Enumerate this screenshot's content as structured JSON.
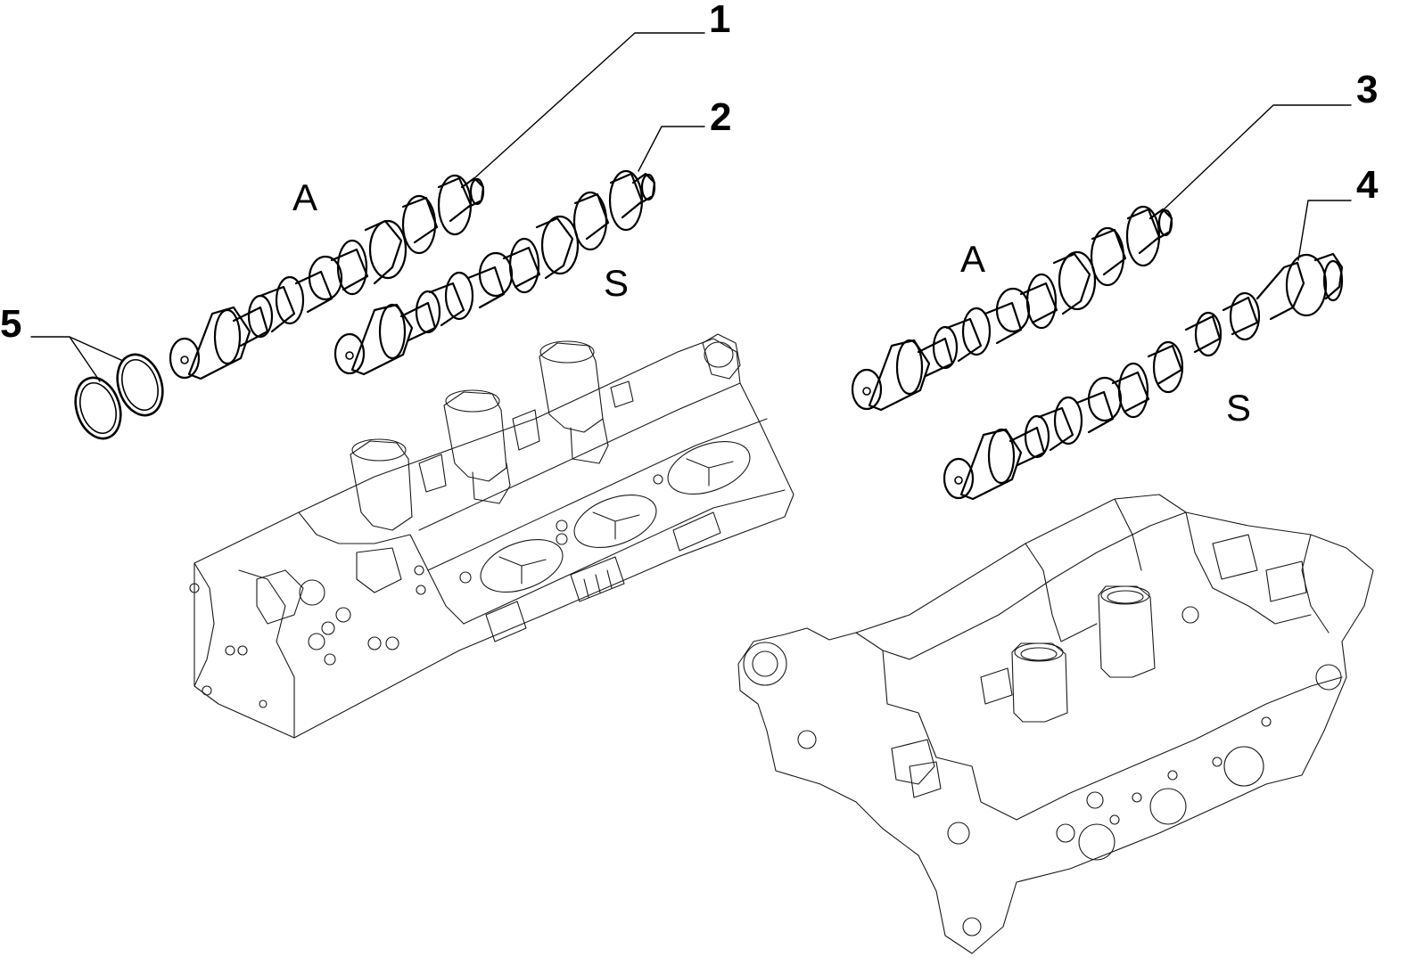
{
  "callouts": [
    {
      "id": "callout-1",
      "number": "1"
    },
    {
      "id": "callout-2",
      "number": "2"
    },
    {
      "id": "callout-3",
      "number": "3"
    },
    {
      "id": "callout-4",
      "number": "4"
    },
    {
      "id": "callout-5",
      "number": "5"
    }
  ],
  "labels": {
    "left_intake": "A",
    "left_exhaust": "S",
    "right_intake": "A",
    "right_exhaust": "S"
  },
  "colors": {
    "line": "#000000",
    "background": "#ffffff"
  }
}
